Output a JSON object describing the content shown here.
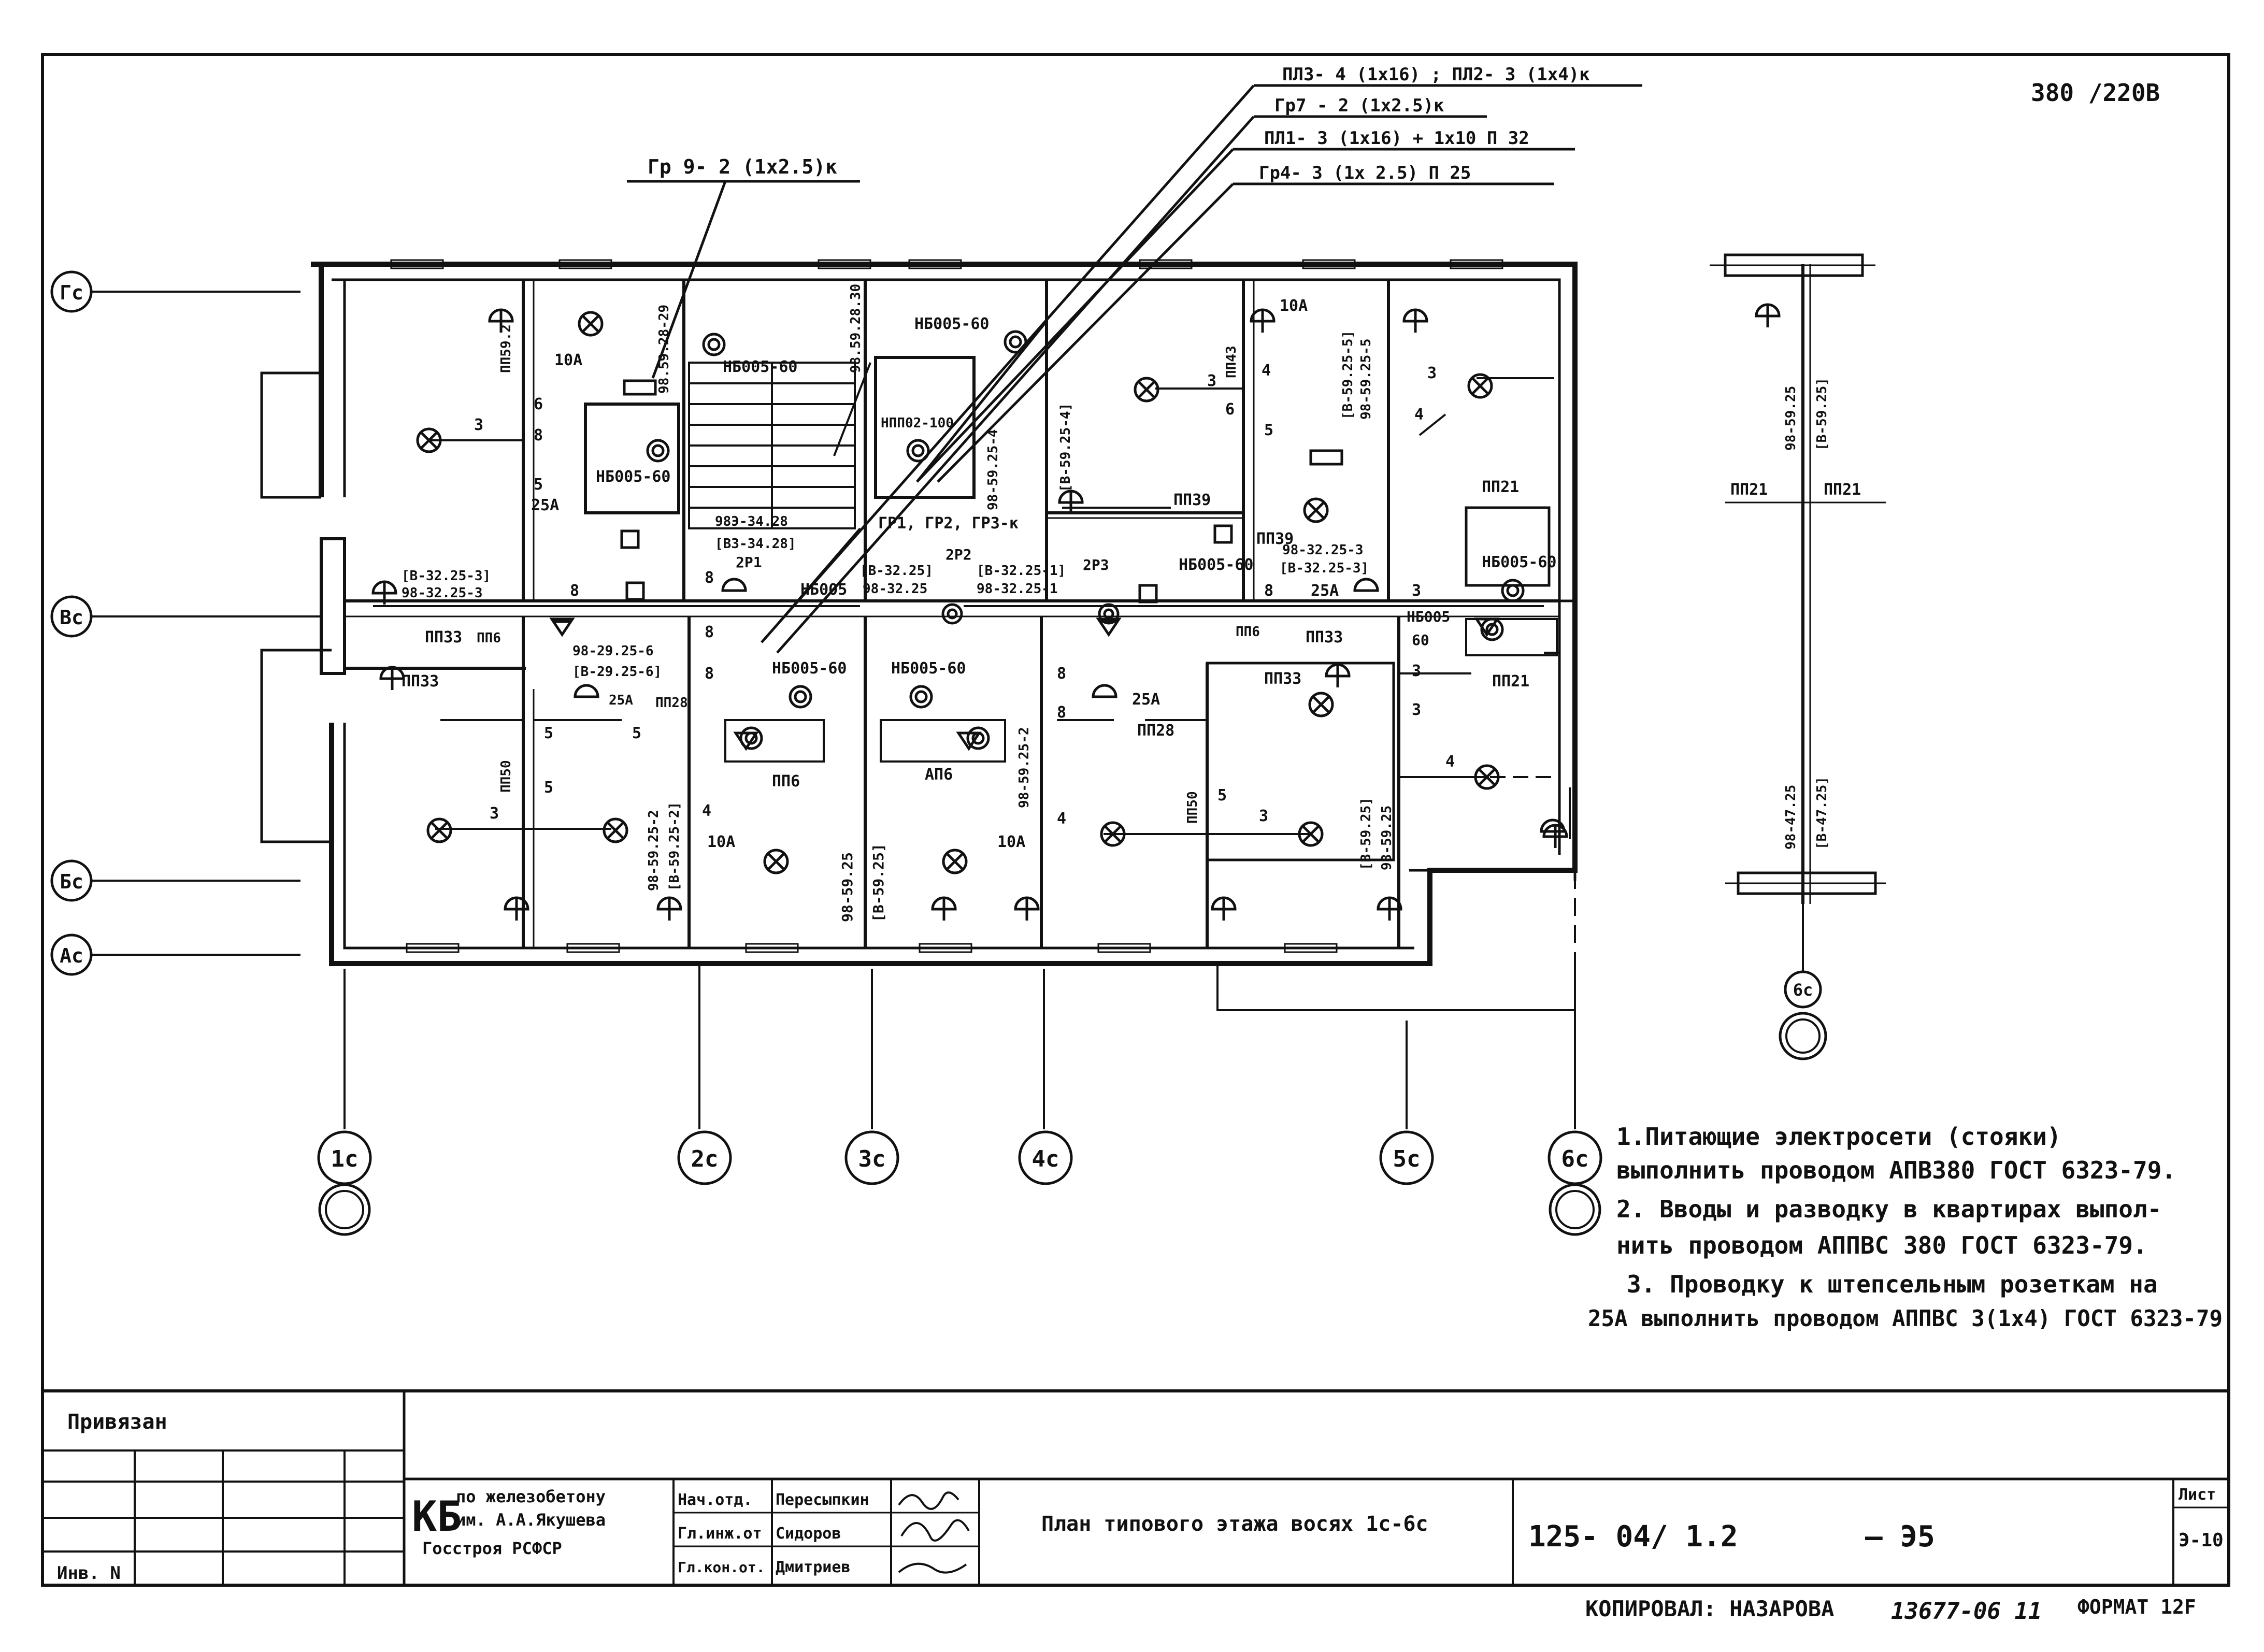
{
  "sheet": {
    "voltage_mark": "380 /220B",
    "copied_by": "КОПИРОВАЛ: НАЗАРОВА",
    "order_number": "13677-06 11",
    "format": "ФОРМАТ 12F"
  },
  "plan_title": "План типового этажа восях 1с-6с",
  "leaders": {
    "top_left": "Гр 9- 2 (1х2.5)к",
    "line1": "ПЛ3- 4 (1х16) ; ПЛ2- 3 (1х4)к",
    "line2": "Гр7 - 2 (1х2.5)к",
    "line3": "ПЛ1- 3 (1х16) + 1х10 П 32",
    "line4": "Гр4- 3 (1х 2.5) П 25"
  },
  "axes": {
    "rows": [
      "Гс",
      "Вс",
      "Бс",
      "Ас"
    ],
    "columns": [
      "1с",
      "2с",
      "3с",
      "4с",
      "5с",
      "6с"
    ],
    "riser_axis": "6с"
  },
  "plan_labels": {
    "lamp_nb": "НБ005-60",
    "lamp_nb_short": "НБ005",
    "lamp_npp": "НПП02-100",
    "pp33": "ПП33",
    "pp6": "ПП6",
    "pp21": "ПП21",
    "pp28": "ПП28",
    "pp39": "ПП39",
    "pp43": "ПП43",
    "pp50": "ПП50",
    "pp59_2": "ПП59.2",
    "app6": "АП6",
    "a10": "10А",
    "a25": "25А",
    "gr_group": "ГР1, ГР2, ГР3-к",
    "gr1": "2Р1",
    "gr2": "2Р2",
    "gr3": "2Р3",
    "c_983": "98Э-34.28",
    "c_b83": "[В3-34.28]",
    "c_98_59_28_29": "98.59.28-29",
    "c_98_59_28_30": "98.59.28.30",
    "c_b32_25_3": "[В-32.25-3]",
    "c_98_32_25_3": "98-32.25-3",
    "c_b32_25": "[В-32.25]",
    "c_98_32_25": "98-32.25",
    "c_b32_25_1": "[В-32.25-1]",
    "c_98_32_25_1": "98-32.25-1",
    "c_98_29_25_6": "98-29.25-6",
    "c_b29_25_6": "[В-29.25-6]",
    "c_98_59_25_4": "98-59.25-4",
    "c_b59_25_4": "[В-59.25-4]",
    "c_98_59_25_5": "98-59.25-5",
    "c_b59_25_5": "[В-59.25-5]",
    "c_98_59_25_2": "98-59.25-2",
    "c_b59_25_2": "[В-59.25-2]",
    "c_98_59_25": "98-59.25",
    "c_b59_25": "[В-59.25]",
    "c_98_47_25": "98-47.25",
    "c_b47_25": "[В-47.25]",
    "n3": "3",
    "n4": "4",
    "n5": "5",
    "n6": "6",
    "n8": "8",
    "n60": "60"
  },
  "notes": [
    "1.Питающие электросети   (стояки)",
    "выполнить  проводом АПВ380 ГОСТ 6323-79.",
    "2. Вводы и разводку в квартирах выпол-",
    "нить проводом АППВС 380 ГОСТ 6323-79.",
    "3. Проводку к штепсельным розеткам на",
    "25А выполнить проводом АППВС 3(1х4) ГОСТ 6323-79"
  ],
  "stamp": {
    "privyazan": "Привязан",
    "inv": "Инв. N",
    "org_letters": "КБ",
    "org_line1": "по железобетону",
    "org_line2": "им. А.А.Якушева",
    "org_line3": "Госстроя РСФСР",
    "roles": [
      "Нач.отд.",
      "Гл.инж.от",
      "Гл.кон.от."
    ],
    "names": [
      "Пересыпкин",
      "Сидоров",
      "Дмитриев"
    ],
    "title": "План типового этажа восях 1с-6с",
    "project": "125- 04/ 1.2",
    "sheet_code": "— Э5",
    "list_label": "Лист",
    "list_num": "Э-10"
  }
}
